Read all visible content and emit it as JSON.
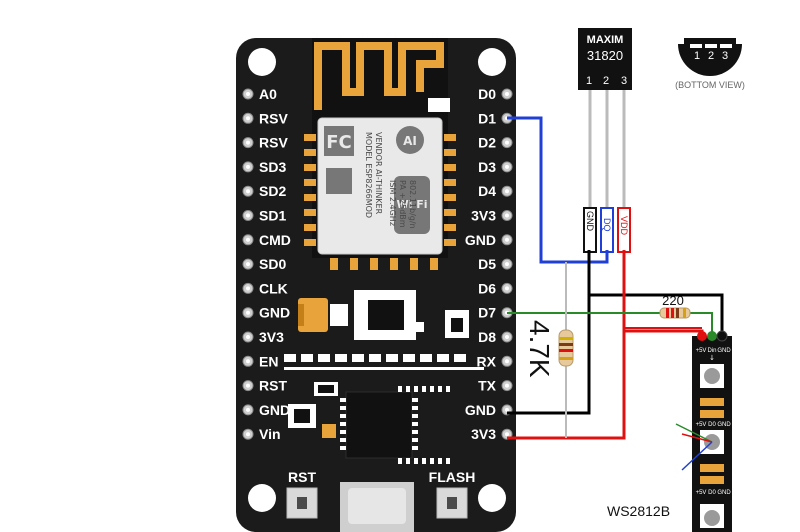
{
  "board": {
    "left_pins": [
      "A0",
      "RSV",
      "RSV",
      "SD3",
      "SD2",
      "SD1",
      "CMD",
      "SD0",
      "CLK",
      "GND",
      "3V3",
      "EN",
      "RST",
      "GND",
      "Vin"
    ],
    "right_pins": [
      "D0",
      "D1",
      "D2",
      "D3",
      "D4",
      "3V3",
      "GND",
      "D5",
      "D6",
      "D7",
      "D8",
      "RX",
      "TX",
      "GND",
      "3V3"
    ],
    "rst_label": "RST",
    "flash_label": "FLASH",
    "module": {
      "fc": "FC",
      "wifi": "Wi Fi",
      "ai": "AI",
      "text_lines": [
        "MODEL  ESP8266MOD",
        "VENDOR  AI-THINKER",
        "ISM 2.4GHz",
        "PA +25dBm",
        "802.11b/g/n"
      ]
    }
  },
  "sensor": {
    "brand": "MAXIM",
    "part": "31820",
    "pins": [
      "1",
      "2",
      "3"
    ],
    "bottom_pins": [
      "1",
      "2",
      "3"
    ],
    "bottom_view_label": "(BOTTOM VIEW)",
    "wire_labels": [
      "GND",
      "DQ",
      "VDD"
    ]
  },
  "resistors": {
    "pullup_label": "4.7K",
    "series_label": "220"
  },
  "strip": {
    "label": "WS2812B",
    "pad_labels": [
      "+5V",
      "Din",
      "GND"
    ],
    "led_pad_labels": [
      "+5V",
      "D0",
      "GND"
    ]
  },
  "colors": {
    "board": "#1b1b1b",
    "antenna": "#e8a33a",
    "wire_blue": "#1f3fd6",
    "wire_red": "#e01010",
    "wire_black": "#000000",
    "wire_green": "#2a8a2a"
  }
}
